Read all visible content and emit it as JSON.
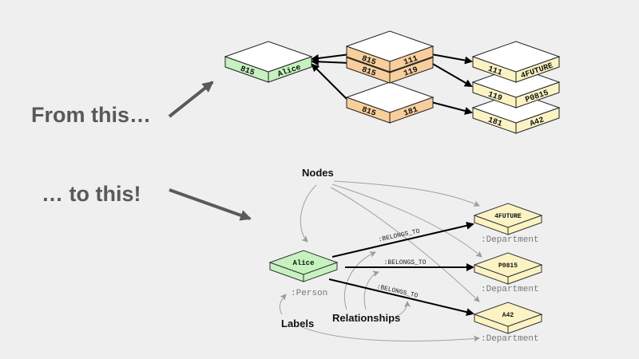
{
  "captions": {
    "from": "From this…",
    "to": "… to this!"
  },
  "table_view": {
    "person_row": {
      "id": "815",
      "name": "Alice",
      "color": "#c6f2c0"
    },
    "join_rows": [
      {
        "person_id": "815",
        "dept_id": "111"
      },
      {
        "person_id": "815",
        "dept_id": "119"
      },
      {
        "person_id": "815",
        "dept_id": "181"
      }
    ],
    "join_color": "#f8cf9c",
    "department_rows": [
      {
        "id": "111",
        "name": "4FUTURE"
      },
      {
        "id": "119",
        "name": "P0815"
      },
      {
        "id": "181",
        "name": "A42"
      }
    ],
    "department_color": "#fbf3c4"
  },
  "graph_view": {
    "person_node": {
      "name": "Alice",
      "label": ":Person",
      "color": "#c6f2c0"
    },
    "department_nodes": [
      {
        "name": "4FUTURE",
        "label": ":Department"
      },
      {
        "name": "P0815",
        "label": ":Department"
      },
      {
        "name": "A42",
        "label": ":Department"
      }
    ],
    "department_color": "#fbf3c4",
    "relationships": [
      ":BELONGS_TO",
      ":BELONGS_TO",
      ":BELONGS_TO"
    ],
    "annotations": {
      "nodes": "Nodes",
      "relationships": "Relationships",
      "labels": "Labels"
    },
    "label_text_color": "#777777"
  }
}
